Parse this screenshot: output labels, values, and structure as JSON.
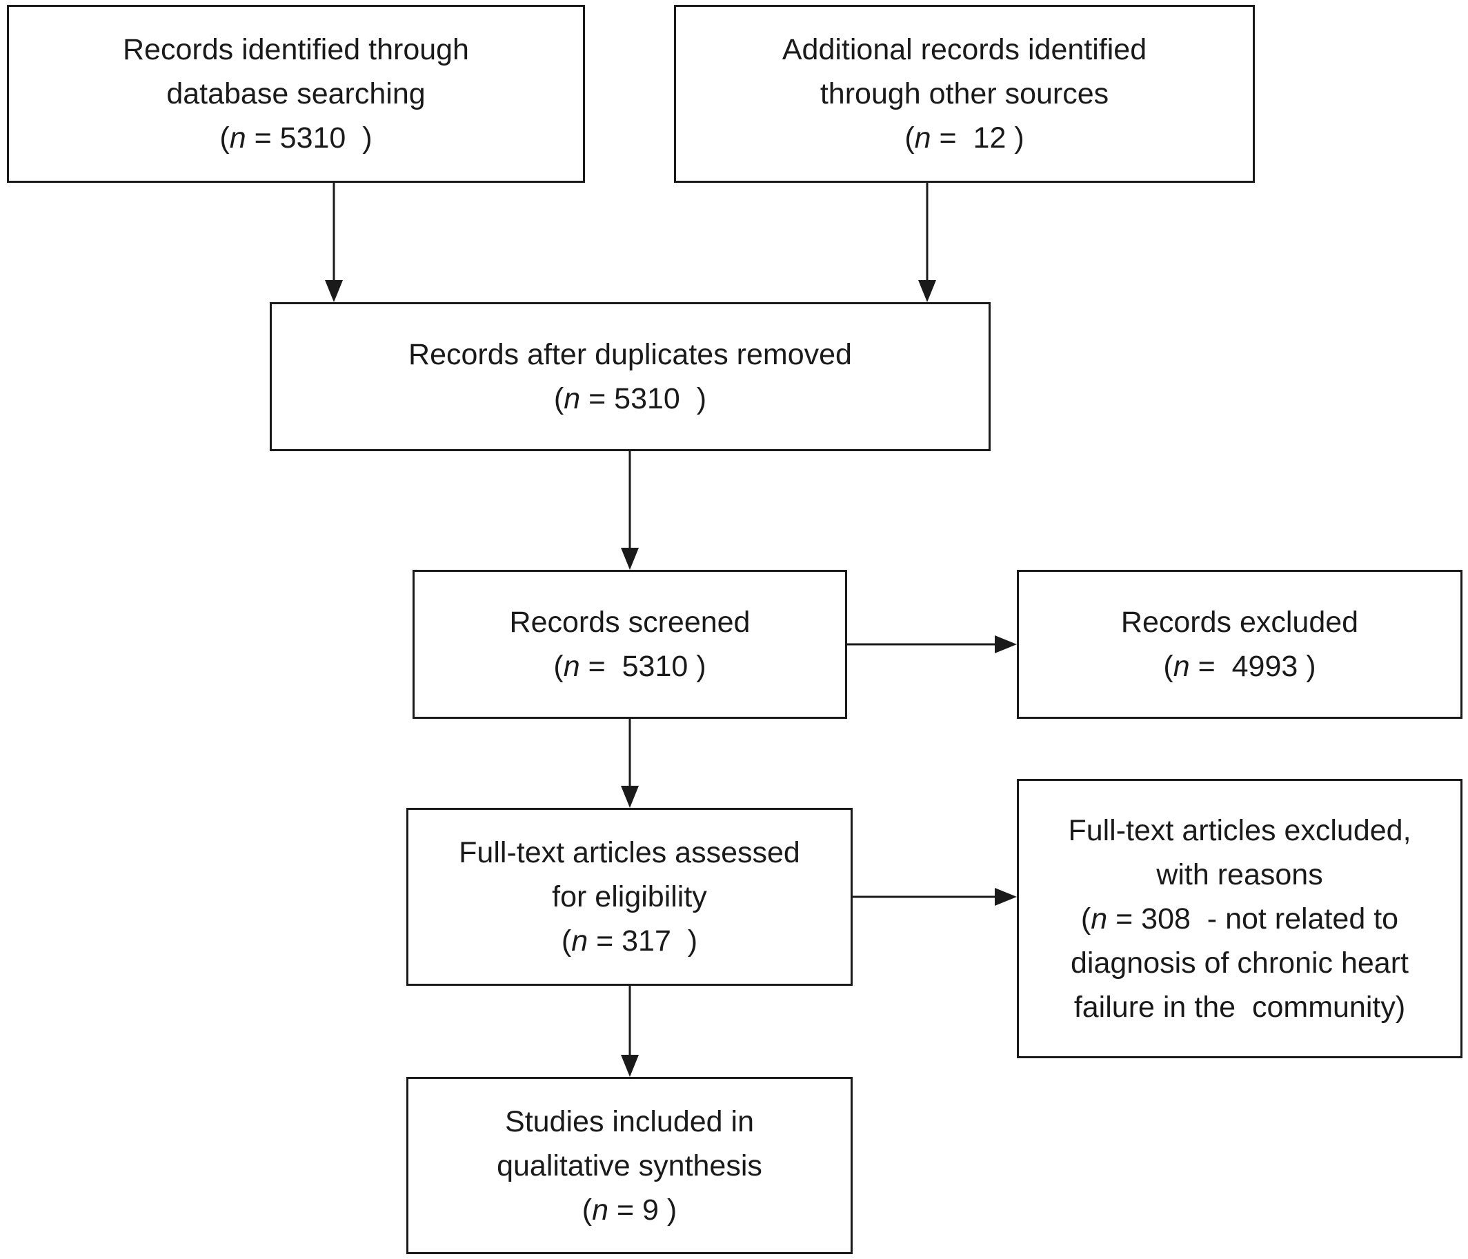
{
  "colors": {
    "stroke": "#1a1a1a",
    "background": "#ffffff"
  },
  "flowchart": {
    "database_search": {
      "lines": [
        "Records identified through",
        "database searching"
      ],
      "count": {
        "open": "(",
        "var": "n",
        "rest": " = 5310  )"
      }
    },
    "other_sources": {
      "lines": [
        "Additional records identified",
        "through other sources"
      ],
      "count": {
        "open": "(",
        "var": "n",
        "rest": " =  12 )"
      }
    },
    "after_duplicates": {
      "lines": [
        "Records after duplicates removed"
      ],
      "count": {
        "open": "(",
        "var": "n",
        "rest": " = 5310  )"
      }
    },
    "screened": {
      "lines": [
        "Records screened"
      ],
      "count": {
        "open": "(",
        "var": "n",
        "rest": " =  5310 )"
      }
    },
    "excluded": {
      "lines": [
        "Records excluded"
      ],
      "count": {
        "open": "(",
        "var": "n",
        "rest": " =  4993 )"
      }
    },
    "full_text_assessed": {
      "lines": [
        "Full-text articles assessed",
        "for eligibility"
      ],
      "count": {
        "open": "(",
        "var": "n",
        "rest": " = 317  )"
      }
    },
    "full_text_excluded": {
      "lines": [
        "Full-text articles excluded,",
        "with reasons"
      ],
      "count": {
        "open": "(",
        "var": "n",
        "rest": " = 308  - not related to"
      },
      "lines_after": [
        "diagnosis of chronic heart",
        "failure in the  community)"
      ]
    },
    "included": {
      "lines": [
        "Studies included in",
        "qualitative synthesis"
      ],
      "count": {
        "open": "(",
        "var": "n",
        "rest": " = 9 )"
      }
    }
  }
}
